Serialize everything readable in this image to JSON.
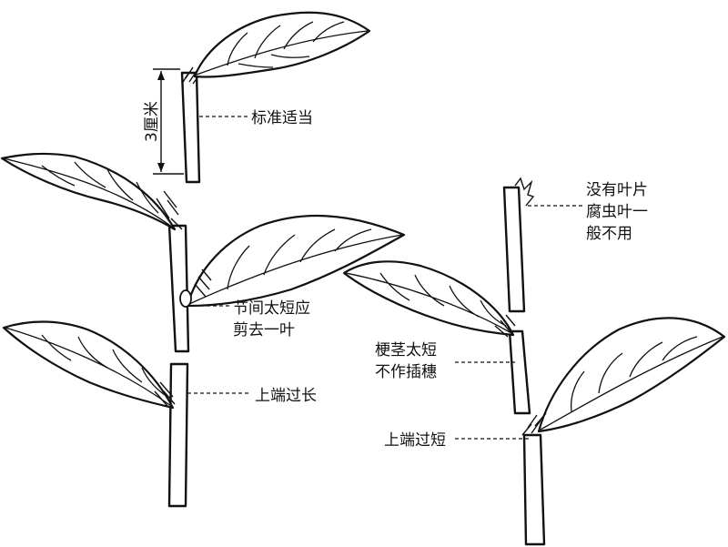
{
  "labels": {
    "measure": "3厘米",
    "standard": "标准适当",
    "node_short_line1": "节间太短应",
    "node_short_line2": "剪去一叶",
    "top_long": "上端过长",
    "no_leaf_line1": "没有叶片",
    "no_leaf_line2": "腐虫叶一",
    "no_leaf_line3": "般不用",
    "stem_short_line1": "梗茎太短",
    "stem_short_line2": "不作插穗",
    "top_short": "上端过短"
  }
}
